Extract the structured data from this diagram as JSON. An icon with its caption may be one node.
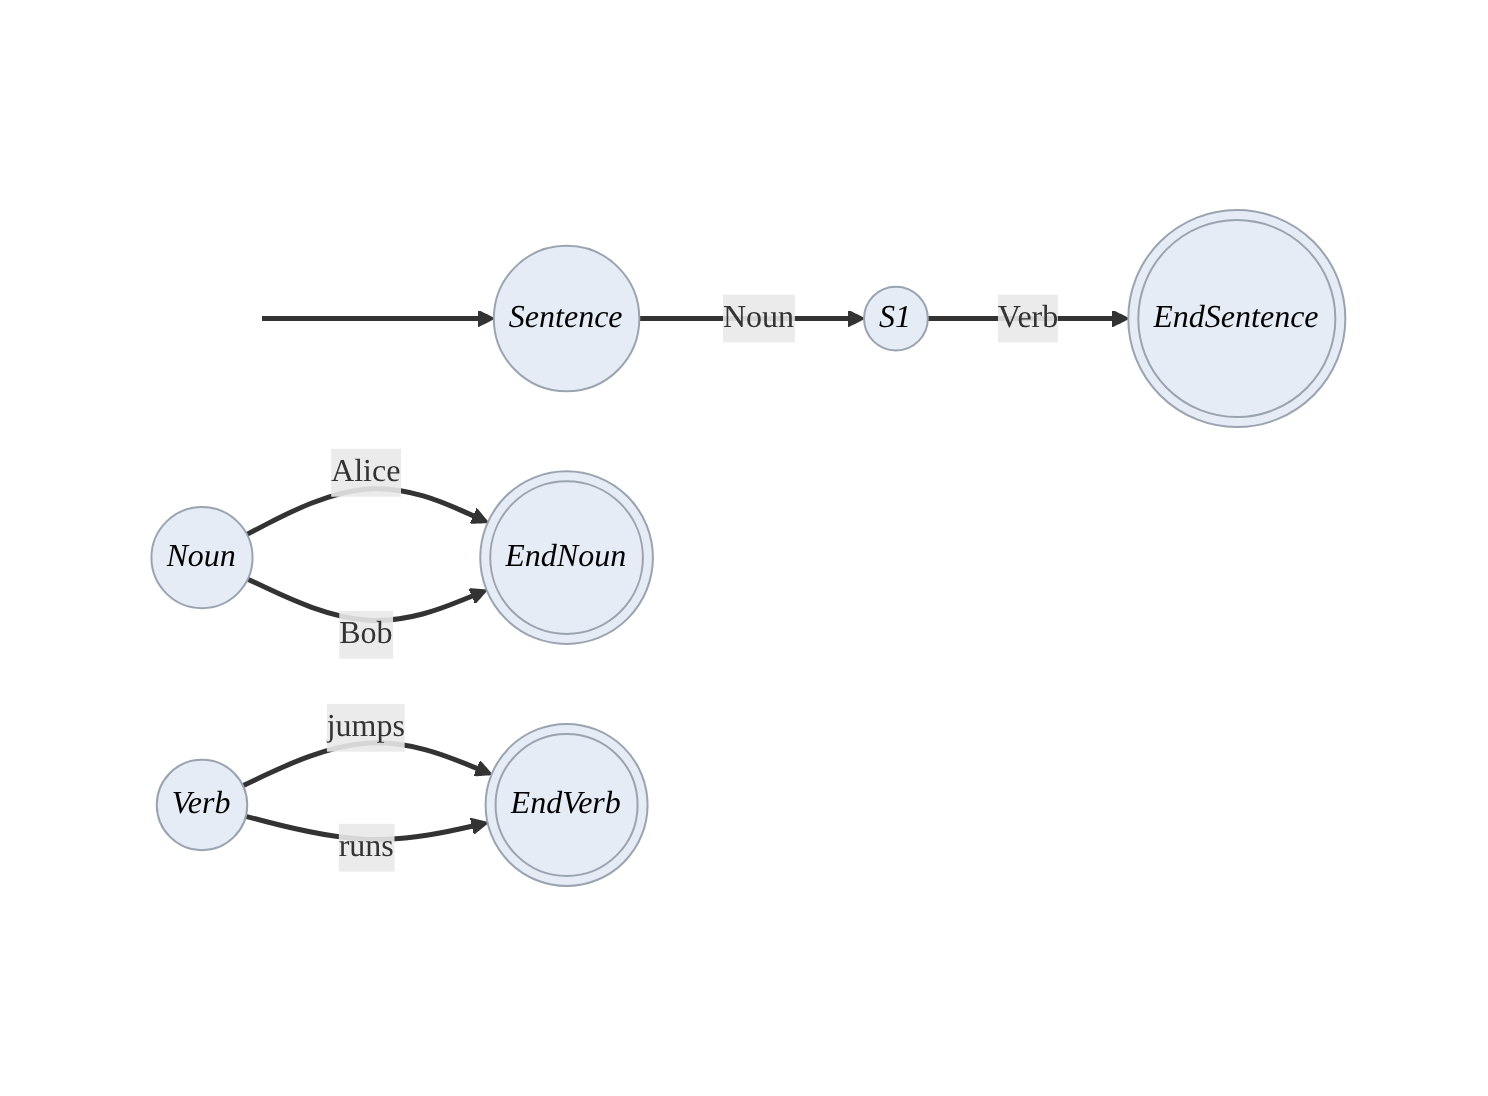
{
  "diagram": {
    "nodes": [
      {
        "text": [
          "Sentence"
        ]
      },
      {
        "text": [
          "S1"
        ]
      },
      {
        "text": [
          "EndSentence"
        ]
      },
      {
        "text": [
          "Noun"
        ]
      },
      {
        "text": [
          "EndNoun"
        ]
      },
      {
        "text": [
          "Verb"
        ]
      },
      {
        "text": [
          "EndVerb"
        ]
      }
    ],
    "edges": [
      {
        "from": null,
        "to": 0,
        "arrow": "to"
      },
      {
        "from": 0,
        "to": 1,
        "arrow": "to",
        "label": "Noun"
      },
      {
        "from": 1,
        "to": 2,
        "arrow": "to",
        "label": "Verb"
      },
      {
        "from": 3,
        "to": 4,
        "arrow": "to",
        "label": "Alice"
      },
      {
        "from": 3,
        "to": 4,
        "arrow": "to",
        "label": "Bob"
      },
      {
        "from": 5,
        "to": 6,
        "arrow": "to",
        "label": "jumps"
      },
      {
        "from": 5,
        "to": 6,
        "arrow": "to",
        "label": "runs"
      }
    ]
  }
}
